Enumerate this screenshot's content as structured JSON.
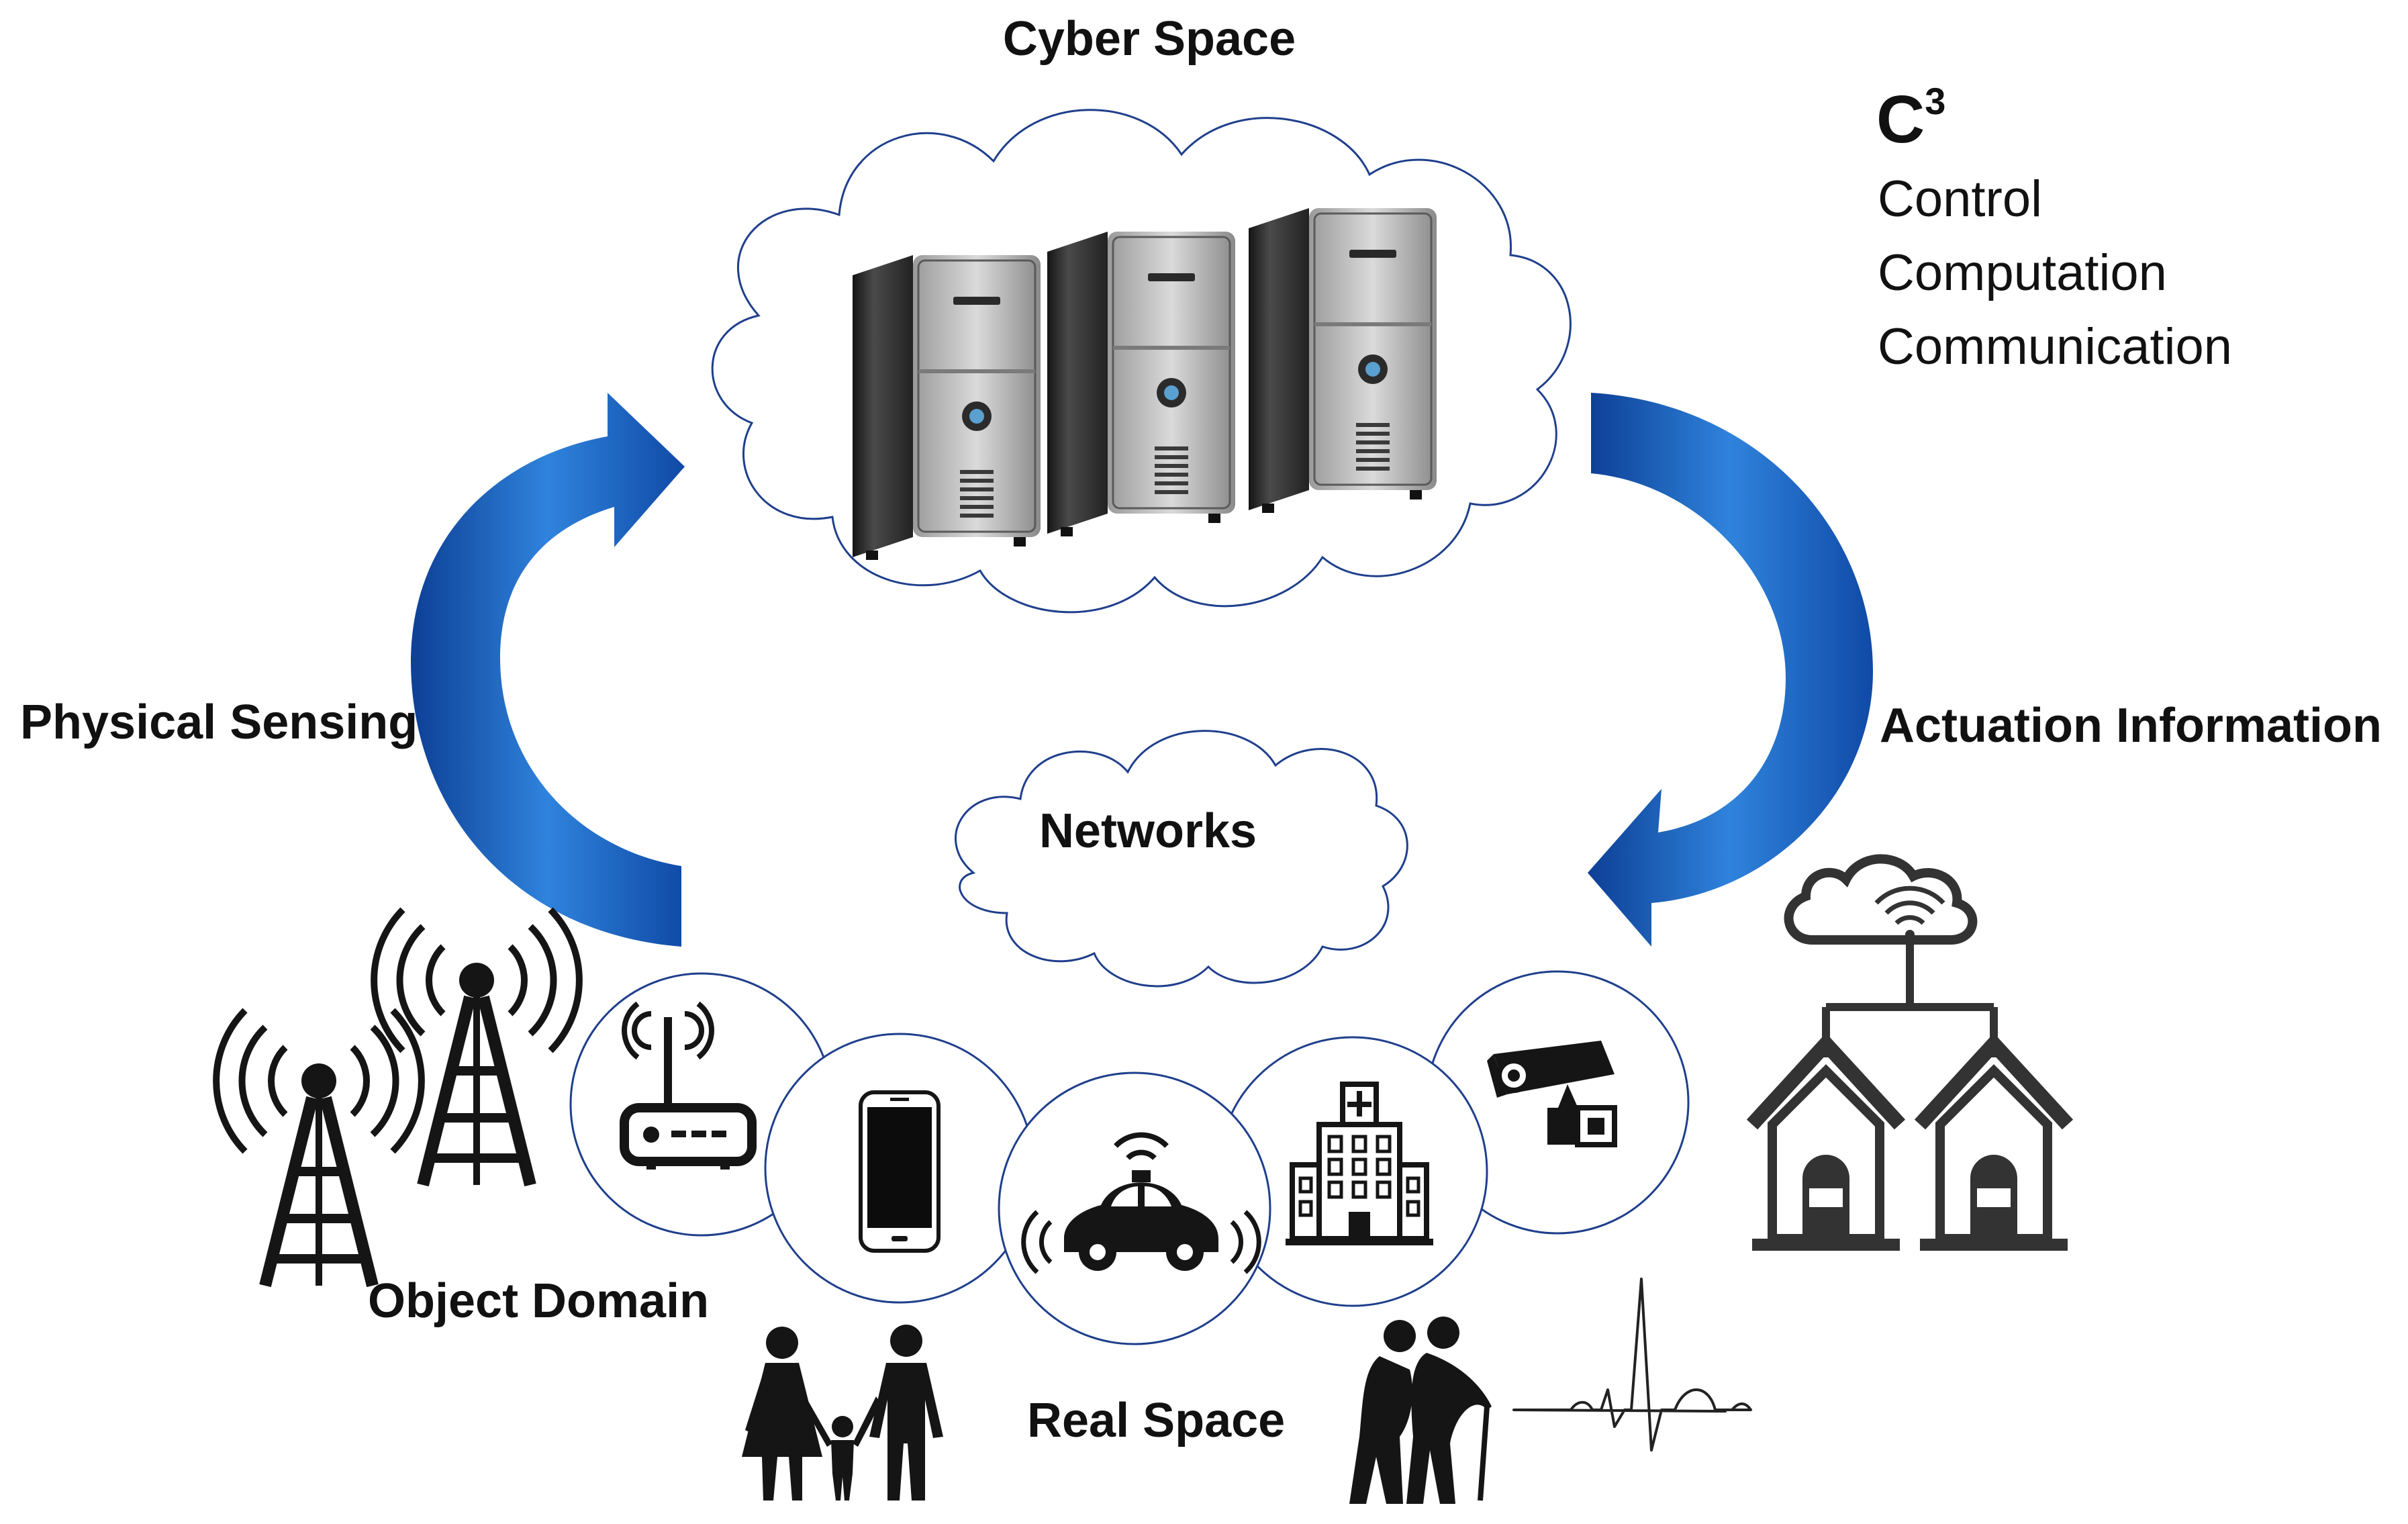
{
  "labels": {
    "cyber_space": "Cyber Space",
    "networks": "Networks",
    "physical_sensing": "Physical Sensing",
    "actuation_information": "Actuation Information",
    "object_domain": "Object Domain",
    "real_space": "Real Space"
  },
  "c3": {
    "base": "C",
    "superscript": "3",
    "items": [
      "Control",
      "Computation",
      "Communication"
    ]
  },
  "icons": [
    "server-icon",
    "cell-tower-icon",
    "wifi-router-icon",
    "smartphone-icon",
    "autonomous-car-icon",
    "hospital-icon",
    "security-camera-icon",
    "smart-home-icon",
    "family-icon",
    "elderly-couple-icon",
    "heartbeat-icon"
  ],
  "colors": {
    "arrow_blue": "#1f6fc9",
    "outline_blue": "#1f3f8c",
    "ink": "#151515"
  }
}
